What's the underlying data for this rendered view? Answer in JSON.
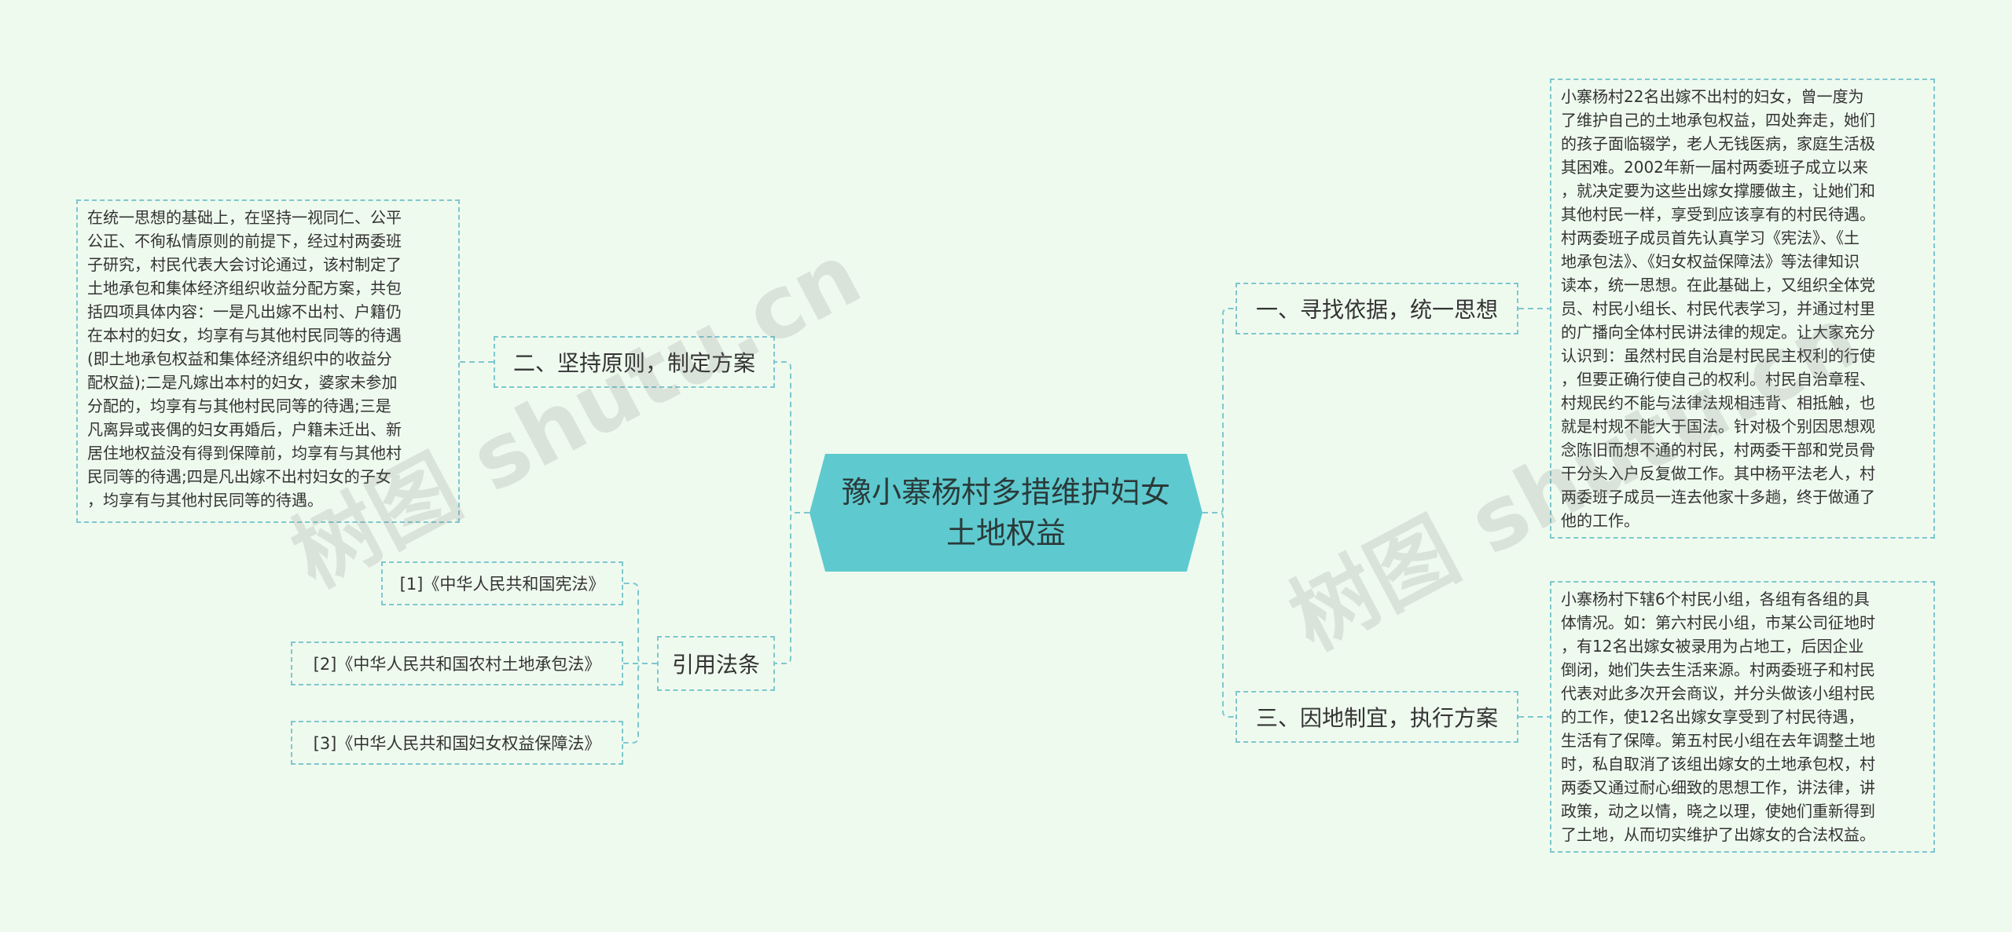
{
  "colors": {
    "background": "#effaef",
    "root_fill": "#5ecacf",
    "connector": "#7ec7cf",
    "border": "#7ec7cf"
  },
  "root": {
    "title": "豫小寨杨村多措维护妇女\n土地权益"
  },
  "branches": {
    "b1": {
      "label": "一、寻找依据，统一思想",
      "leaf": "小寨杨村22名出嫁不出村的妇女，曾一度为\n了维护自己的土地承包权益，四处奔走，她们\n的孩子面临辍学，老人无钱医病，家庭生活极\n其困难。2002年新一届村两委班子成立以来\n，就决定要为这些出嫁女撑腰做主，让她们和\n其他村民一样，享受到应该享有的村民待遇。\n村两委班子成员首先认真学习《宪法》、《土\n地承包法》、《妇女权益保障法》等法律知识\n读本，统一思想。在此基础上，又组织全体党\n员、村民小组长、村民代表学习，并通过村里\n的广播向全体村民讲法律的规定。让大家充分\n认识到：虽然村民自治是村民民主权利的行使\n，但要正确行使自己的权利。村民自治章程、\n村规民约不能与法律法规相违背、相抵触，也\n就是村规不能大于国法。针对极个别因思想观\n念陈旧而想不通的村民，村两委干部和党员骨\n干分头入户反复做工作。其中杨平法老人，村\n两委班子成员一连去他家十多趟，终于做通了\n他的工作。"
    },
    "b3": {
      "label": "三、因地制宜，执行方案",
      "leaf": "小寨杨村下辖6个村民小组，各组有各组的具\n体情况。如：第六村民小组，市某公司征地时\n，有12名出嫁女被录用为占地工，后因企业\n倒闭，她们失去生活来源。村两委班子和村民\n代表对此多次开会商议，并分头做该小组村民\n的工作，使12名出嫁女享受到了村民待遇，\n生活有了保障。第五村民小组在去年调整土地\n时，私自取消了该组出嫁女的土地承包权，村\n两委又通过耐心细致的思想工作，讲法律，讲\n政策，动之以情，晓之以理，使她们重新得到\n了土地，从而切实维护了出嫁女的合法权益。"
    },
    "b2": {
      "label": "二、坚持原则，制定方案",
      "leaf": "在统一思想的基础上，在坚持一视同仁、公平\n公正、不徇私情原则的前提下，经过村两委班\n子研究，村民代表大会讨论通过，该村制定了\n土地承包和集体经济组织收益分配方案，共包\n括四项具体内容：一是凡出嫁不出村、户籍仍\n在本村的妇女，均享有与其他村民同等的待遇\n(即土地承包权益和集体经济组织中的收益分\n配权益);二是凡嫁出本村的妇女，婆家未参加\n分配的，均享有与其他村民同等的待遇;三是\n凡离异或丧偶的妇女再婚后，户籍未迁出、新\n居住地权益没有得到保障前，均享有与其他村\n民同等的待遇;四是凡出嫁不出村妇女的子女\n，均享有与其他村民同等的待遇。"
    },
    "b4": {
      "label": "引用法条",
      "refs": [
        "[1]《中华人民共和国宪法》",
        "[2]《中华人民共和国农村土地承包法》",
        "[3]《中华人民共和国妇女权益保障法》"
      ]
    }
  },
  "watermarks": [
    "树图 shutu.cn",
    "树图 shutu.cn"
  ]
}
